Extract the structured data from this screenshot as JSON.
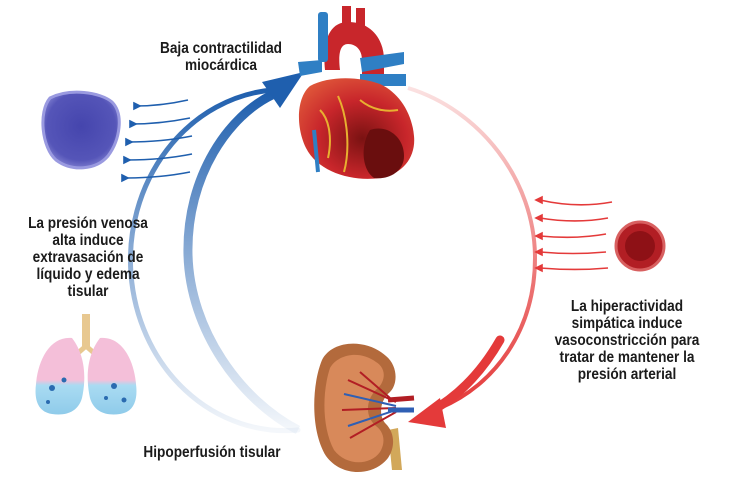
{
  "labels": {
    "top": "Baja contractilidad\nmiocárdica",
    "left": "La presión venosa\nalta induce\nextravasación de\nlíquido y edema\ntisular",
    "right": "La hiperactividad\nsimpática induce\nvasoconstricción para\ntratar de mantener la\npresión arterial",
    "bottom": "Hipoperfusión tisular"
  },
  "colors": {
    "blue_arc": "#1f5fae",
    "red_arc": "#e43a3a",
    "heart_red": "#c8262b",
    "vein_blue": "#2f7fc4",
    "lung_pink": "#f0b6d4",
    "fluid_blue": "#9fd3ee",
    "cell_purple": "#4b4bb0",
    "vessel_red": "#b21e24",
    "kidney_brown": "#b36a3c"
  },
  "icons": [
    "heart-icon",
    "kidney-icon",
    "lungs-icon",
    "cell-icon",
    "artery-icon"
  ]
}
